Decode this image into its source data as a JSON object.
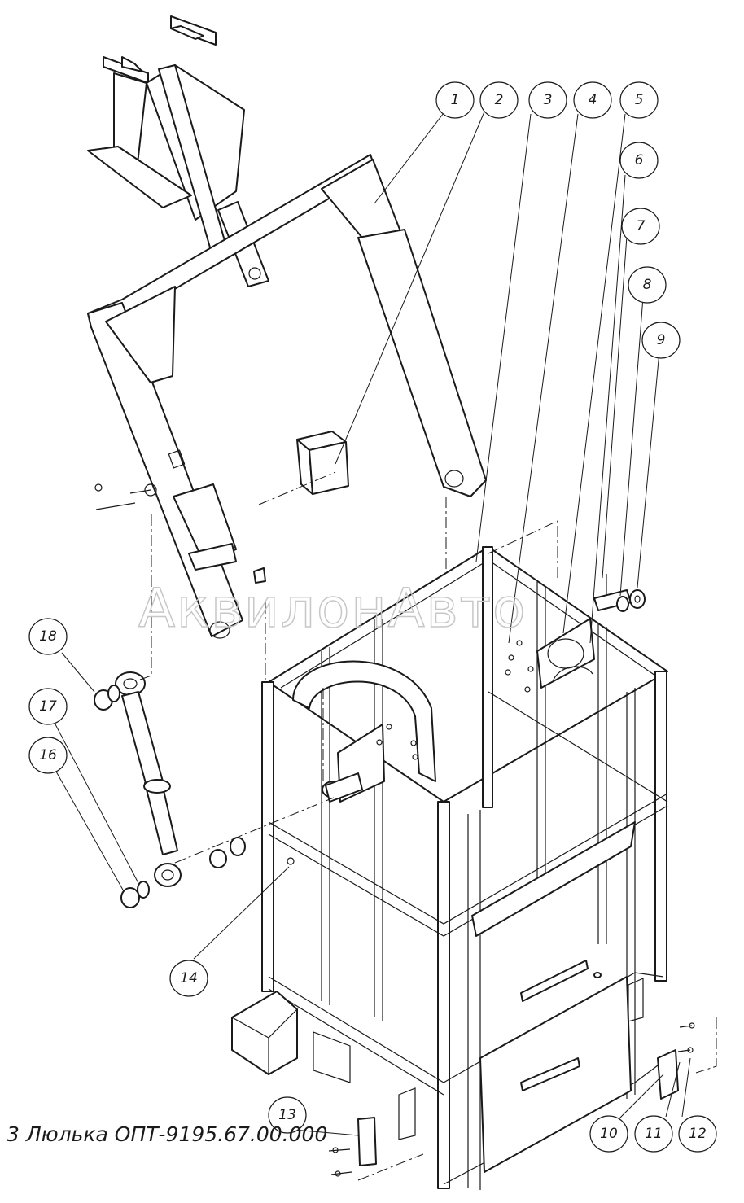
{
  "caption": "3 Люлька ОПТ-9195.67.00.000",
  "watermark": "АквилонАвто",
  "callouts": [
    {
      "num": "1",
      "target": "frame-arm"
    },
    {
      "num": "2",
      "target": "pad-block"
    },
    {
      "num": "3",
      "target": "basket-top-rail"
    },
    {
      "num": "4",
      "target": "bolt-set"
    },
    {
      "num": "5",
      "target": "flange-plate"
    },
    {
      "num": "6",
      "target": "bracket"
    },
    {
      "num": "7",
      "target": "pin"
    },
    {
      "num": "8",
      "target": "washer"
    },
    {
      "num": "9",
      "target": "nut"
    },
    {
      "num": "10",
      "target": "cover-plate"
    },
    {
      "num": "11",
      "target": "washer-small"
    },
    {
      "num": "12",
      "target": "screw"
    },
    {
      "num": "13",
      "target": "cover-plate-front"
    },
    {
      "num": "14",
      "target": "grease-fitting"
    },
    {
      "num": "16",
      "target": "castle-nut"
    },
    {
      "num": "17",
      "target": "washer-cylinder"
    },
    {
      "num": "18",
      "target": "nut-cylinder"
    }
  ]
}
